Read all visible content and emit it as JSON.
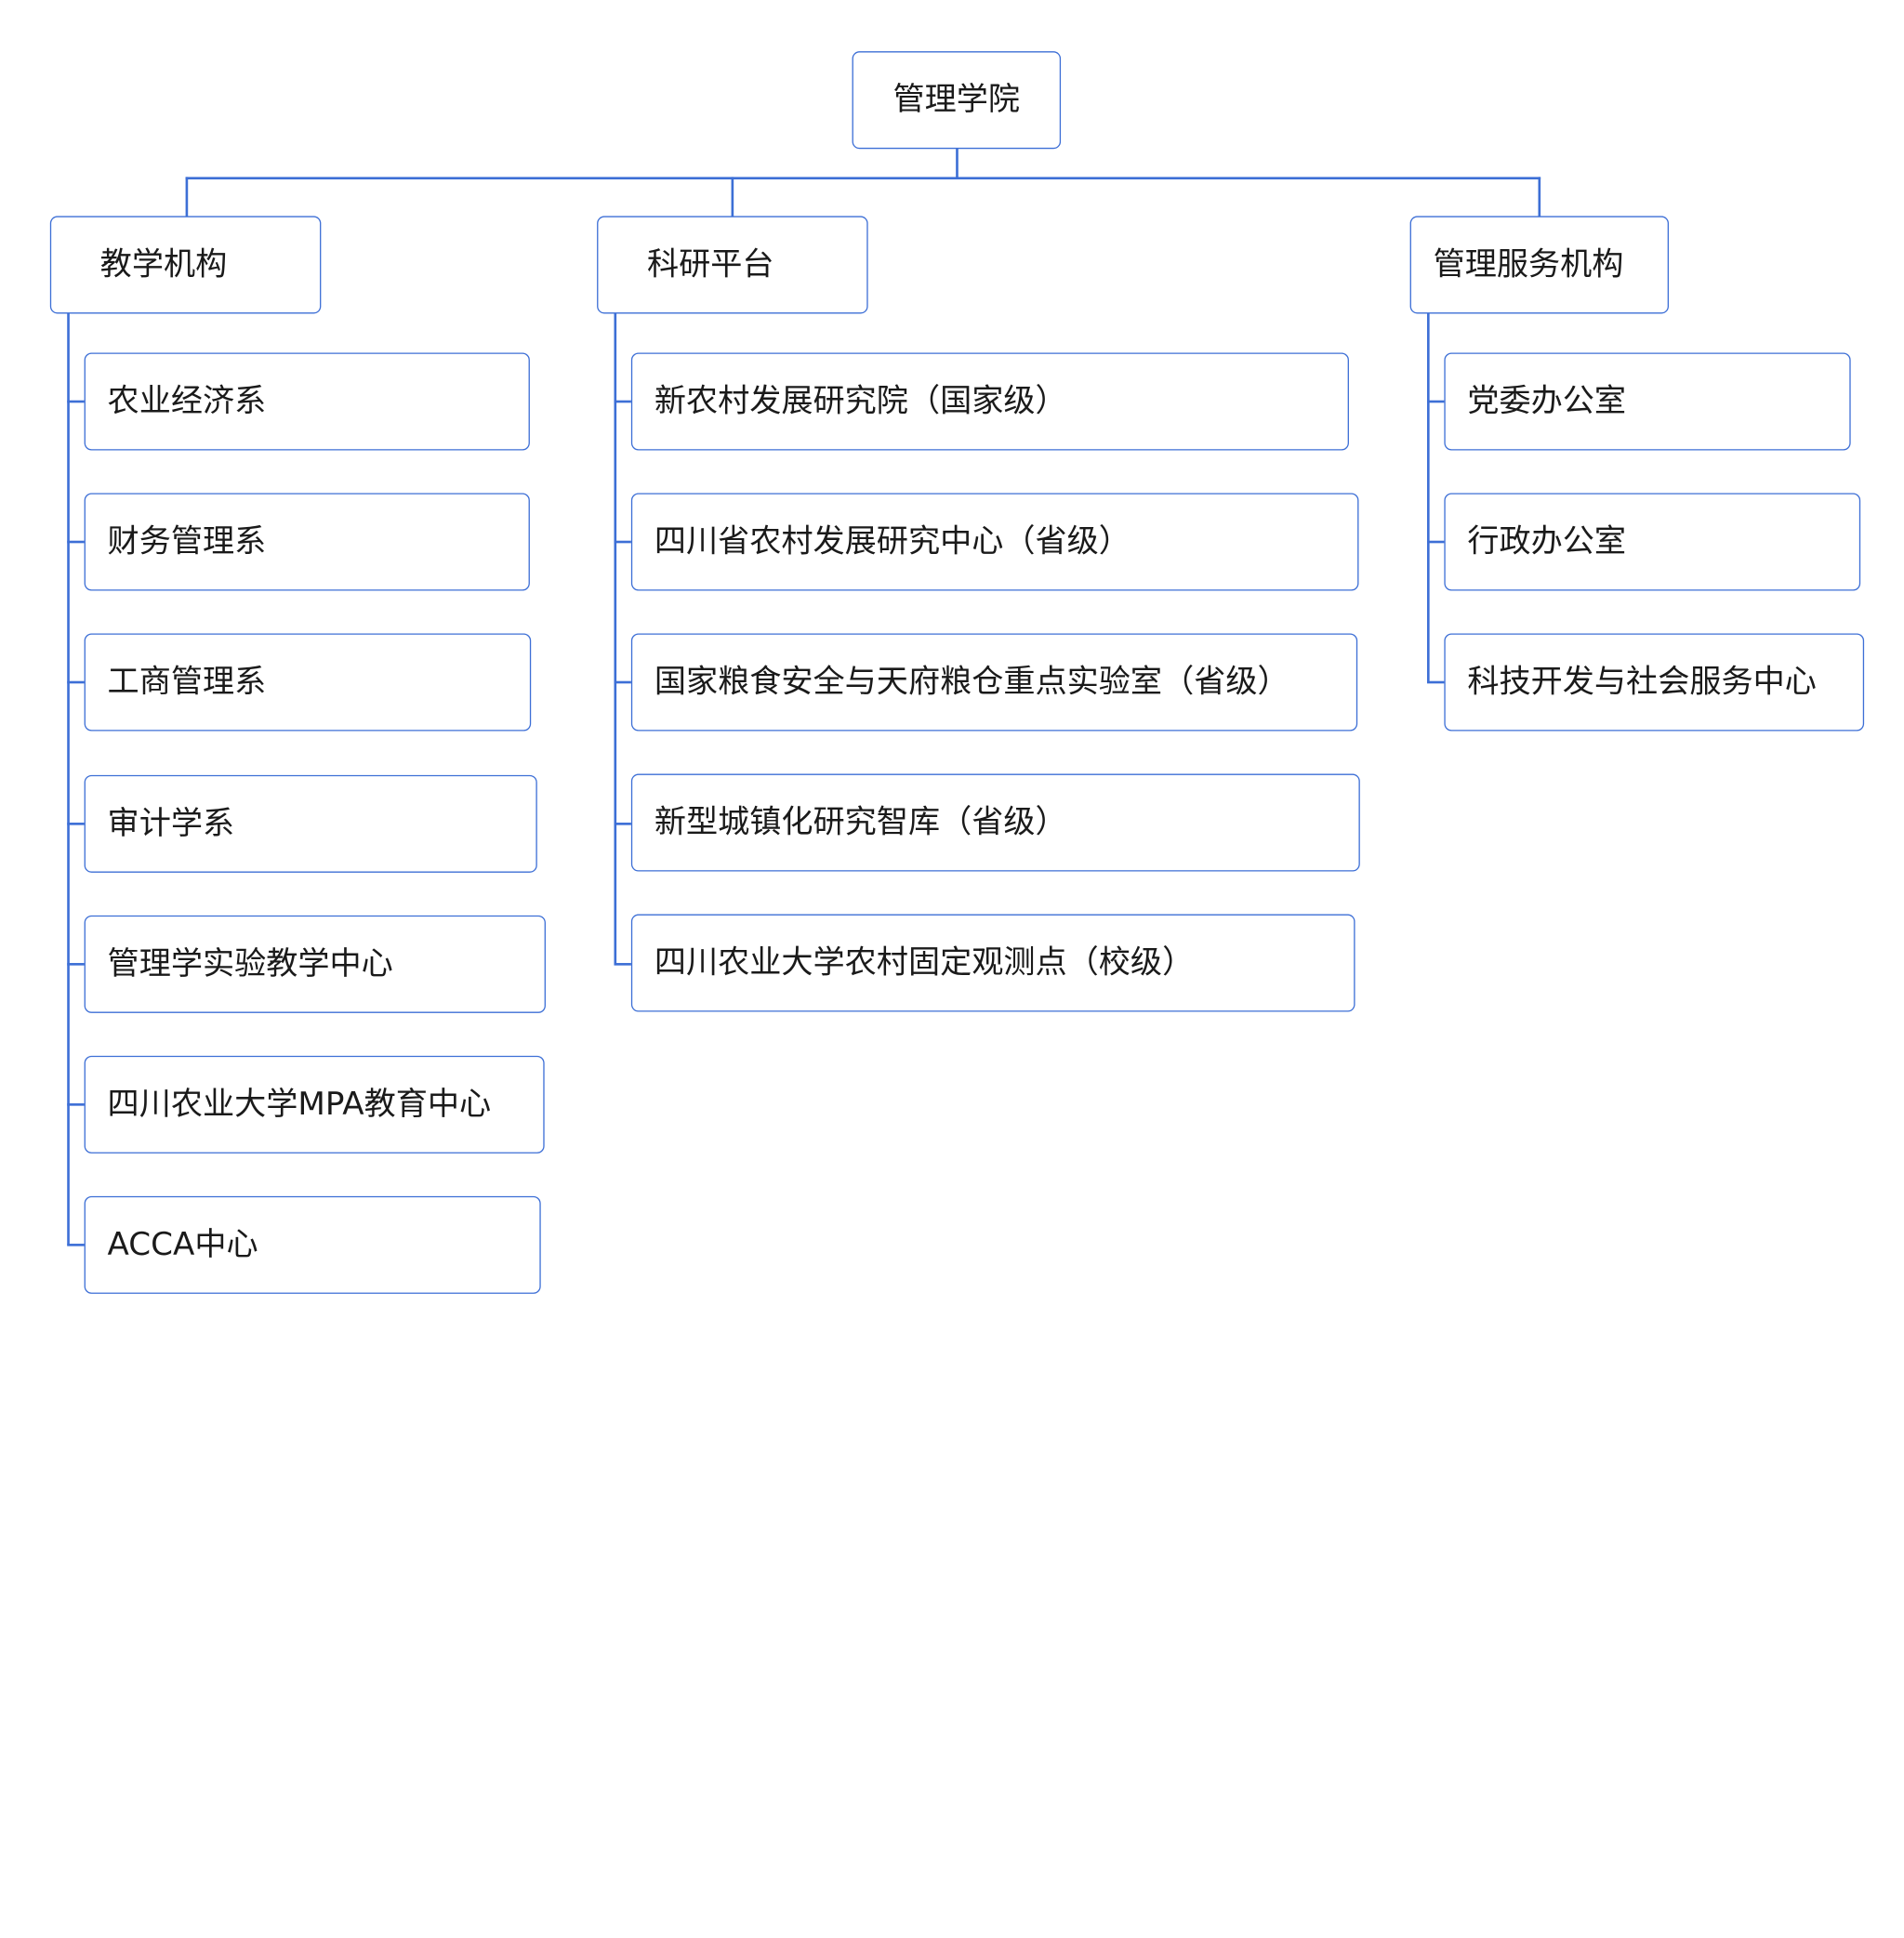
{
  "root": {
    "label": "管理学院"
  },
  "categories": [
    {
      "label": "教学机构",
      "children": [
        "农业经济系",
        "财务管理系",
        "工商管理系",
        "审计学系",
        "管理学实验教学中心",
        "四川农业大学MPA教育中心",
        "ACCA中心"
      ]
    },
    {
      "label": "科研平台",
      "children": [
        "新农村发展研究院（国家级）",
        "四川省农村发展研究中心（省级）",
        "国家粮食安全与天府粮仓重点实验室（省级）",
        "新型城镇化研究智库（省级）",
        "四川农业大学农村固定观测点（校级）"
      ]
    },
    {
      "label": "管理服务机构",
      "children": [
        "党委办公室",
        "行政办公室",
        "科技开发与社会服务中心"
      ]
    }
  ],
  "colors": {
    "line": "#3d6fd6",
    "text": "#1a1a1a",
    "background": "#ffffff"
  }
}
